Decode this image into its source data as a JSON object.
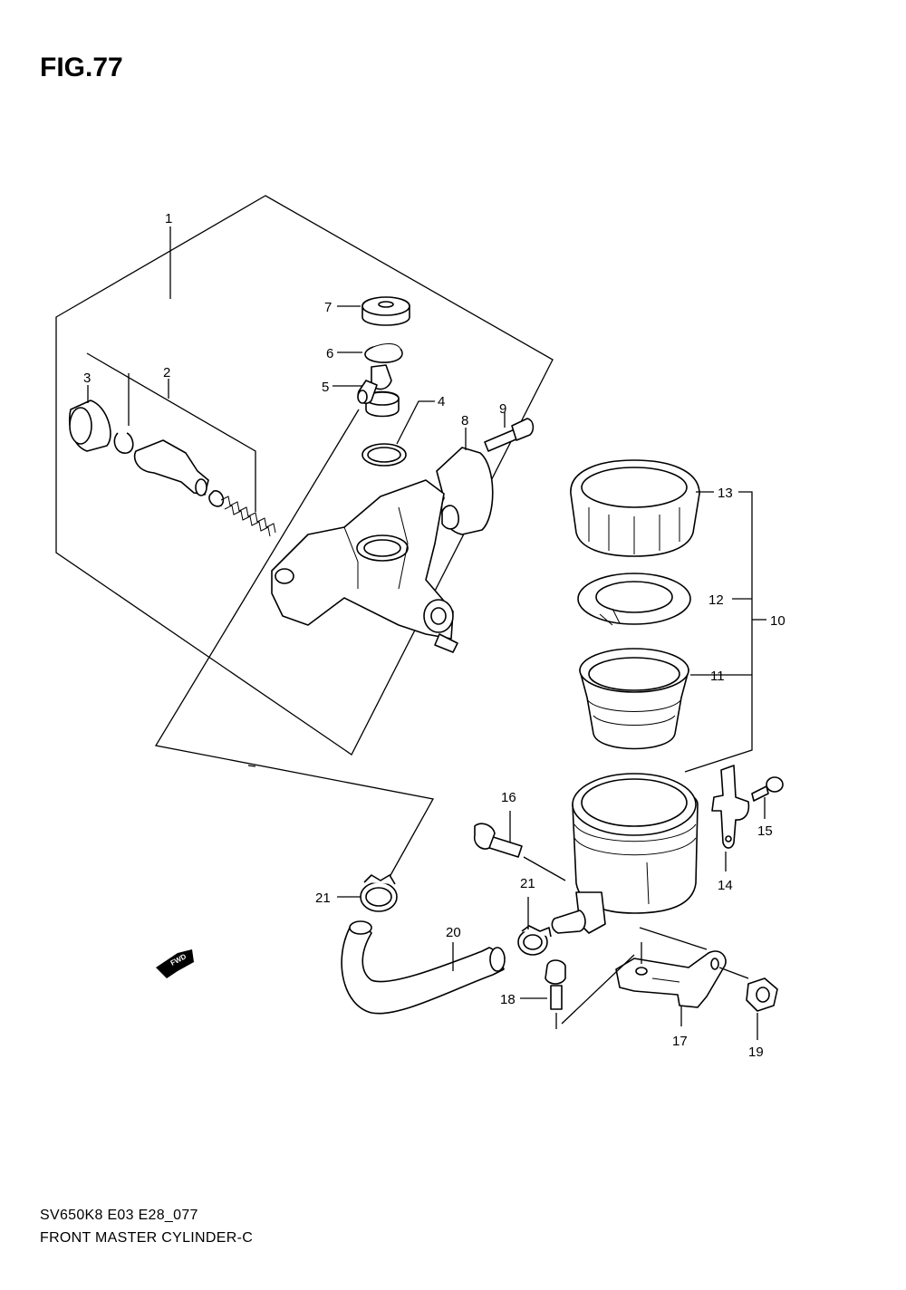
{
  "figure_title": "FIG.77",
  "footer": {
    "model_code": "SV650K8 E03 E28_077",
    "diagram_name": "FRONT MASTER CYLINDER-C"
  },
  "direction_marker": {
    "label": "FWD",
    "icon": "forward-arrow-icon"
  },
  "callouts": [
    "1",
    "2",
    "3",
    "4",
    "5",
    "6",
    "7",
    "8",
    "9",
    "10",
    "11",
    "12",
    "13",
    "14",
    "15",
    "16",
    "17",
    "18",
    "19",
    "20",
    "21",
    "21"
  ]
}
